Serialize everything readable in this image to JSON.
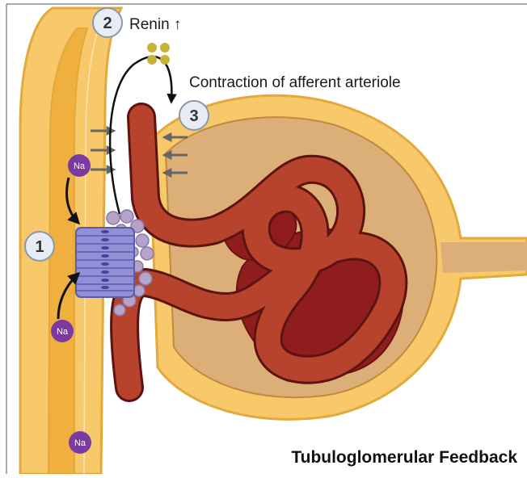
{
  "diagram": {
    "title": "Tubuloglomerular Feedback",
    "steps": [
      {
        "number": "1"
      },
      {
        "number": "2",
        "label": "Renin ↑"
      },
      {
        "number": "3",
        "label": "Contraction of afferent arteriole"
      }
    ],
    "ion_label": "Na"
  },
  "colors": {
    "tubule": "#f7c96a",
    "tubule_outline": "#e2a93c",
    "capsule": "#dcae78",
    "capsule_outline": "#c28a3c",
    "glomerulus": "#b8432d",
    "glomerulus_dark": "#8f1d1d",
    "glomerulus_outline": "#5b1410",
    "macula_densa": "#8f90d6",
    "juxtaglomerular_cells": "#b5a3c9",
    "sodium": "#7a3aa0",
    "renin_granules": "#c8b23a",
    "step_badge": "#e8edf5"
  }
}
